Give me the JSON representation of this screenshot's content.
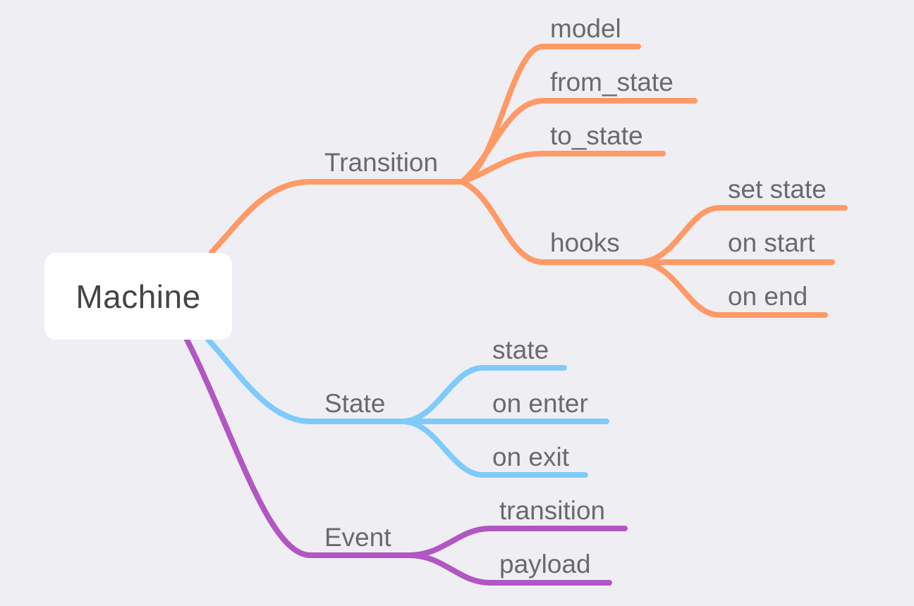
{
  "root": {
    "label": "Machine"
  },
  "colors": {
    "transition": "#ff9966",
    "state": "#7ecbfb",
    "event": "#b156c3"
  },
  "branches": {
    "transition": {
      "label": "Transition",
      "children": [
        {
          "label": "model"
        },
        {
          "label": "from_state"
        },
        {
          "label": "to_state"
        },
        {
          "label": "hooks",
          "children": [
            {
              "label": "set state"
            },
            {
              "label": "on start"
            },
            {
              "label": "on end"
            }
          ]
        }
      ]
    },
    "state": {
      "label": "State",
      "children": [
        {
          "label": "state"
        },
        {
          "label": "on enter"
        },
        {
          "label": "on exit"
        }
      ]
    },
    "event": {
      "label": "Event",
      "children": [
        {
          "label": "transition"
        },
        {
          "label": "payload"
        }
      ]
    }
  }
}
